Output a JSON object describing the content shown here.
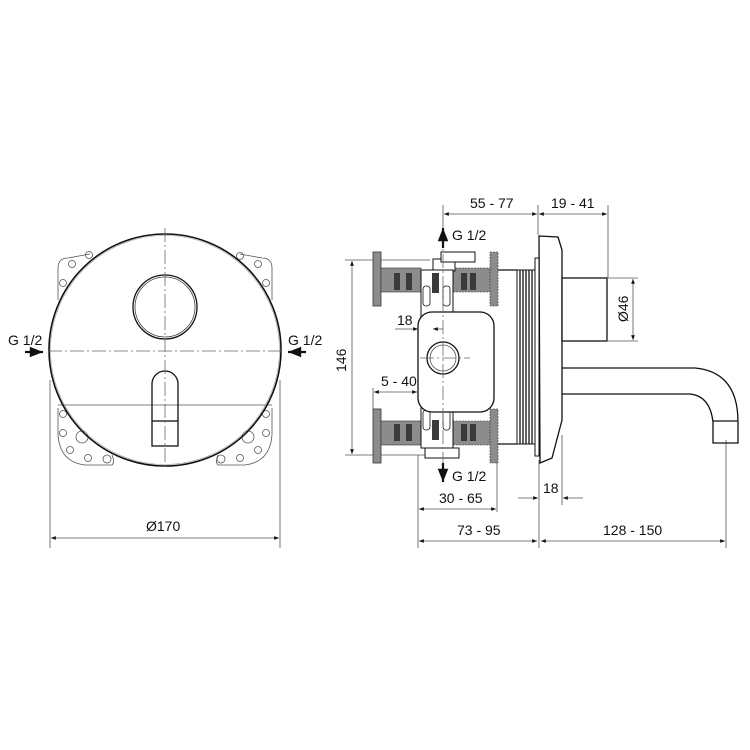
{
  "front_view": {
    "inlet_left_label": "G 1/2",
    "inlet_right_label": "G 1/2",
    "diameter_label": "Ø170"
  },
  "side_view": {
    "outlet_top_label": "G 1/2",
    "outlet_bottom_label": "G 1/2",
    "dim_55_77": "55 - 77",
    "dim_19_41": "19 - 41",
    "dim_46": "Ø46",
    "dim_146": "146",
    "dim_18_top": "18",
    "dim_5_40": "5 - 40",
    "dim_18_bottom": "18",
    "dim_30_65": "30 - 65",
    "dim_73_95": "73 - 95",
    "dim_128_150": "128 - 150"
  },
  "colors": {
    "line": "#111111",
    "fill_grey": "#8c8c8c",
    "fill_dark": "#3a3a3a",
    "background": "#ffffff"
  }
}
